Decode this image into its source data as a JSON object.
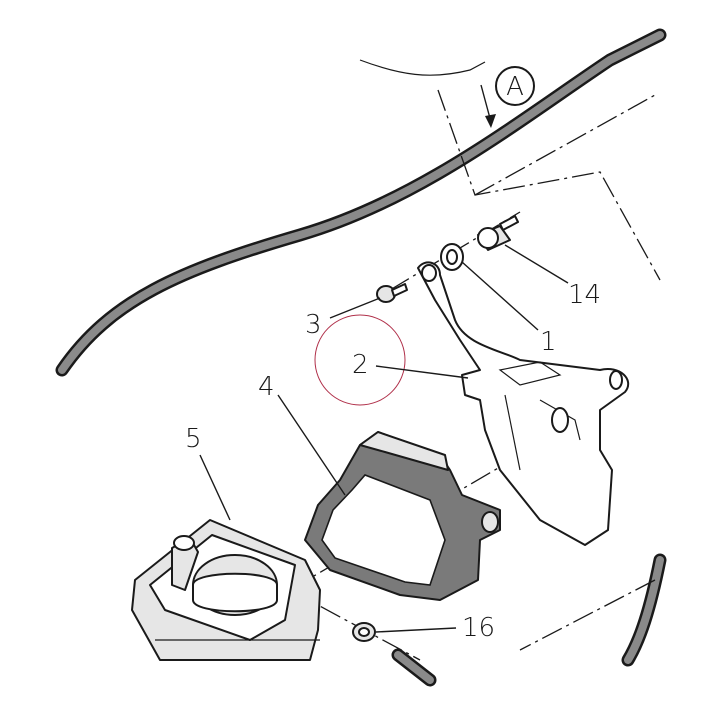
{
  "view_marker": "A",
  "callouts": {
    "c1": "1",
    "c2": "2",
    "c3": "3",
    "c4": "4",
    "c5": "5",
    "c14": "14",
    "c16": "16"
  },
  "colors": {
    "ink": "#1a1a1a",
    "hose_fill": "#8a8a8a",
    "part_fill": "#e6e6e6",
    "strap_fill": "#7a7a7a",
    "highlight_circle": "#b0304a"
  }
}
